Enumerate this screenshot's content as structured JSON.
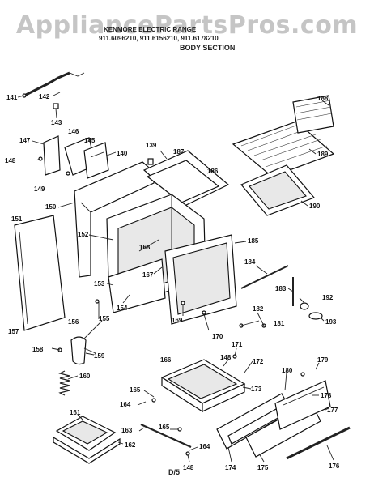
{
  "watermark": "AppliancePartsPros.com",
  "header": {
    "line1": "KENMORE ELECTRIC RANGE",
    "line2": "911.6096210, 911.6156210, 911.6178210",
    "section": "BODY SECTION"
  },
  "footer": {
    "page": "D/5"
  },
  "callouts": [
    {
      "id": "141",
      "label": "141"
    },
    {
      "id": "142",
      "label": "142"
    },
    {
      "id": "143",
      "label": "143"
    },
    {
      "id": "145",
      "label": "145"
    },
    {
      "id": "146",
      "label": "146"
    },
    {
      "id": "147",
      "label": "147"
    },
    {
      "id": "148a",
      "label": "148"
    },
    {
      "id": "149",
      "label": "149"
    },
    {
      "id": "140",
      "label": "140"
    },
    {
      "id": "139",
      "label": "139"
    },
    {
      "id": "187",
      "label": "187"
    },
    {
      "id": "186",
      "label": "186"
    },
    {
      "id": "188",
      "label": "188"
    },
    {
      "id": "189",
      "label": "189"
    },
    {
      "id": "190",
      "label": "190"
    },
    {
      "id": "150",
      "label": "150"
    },
    {
      "id": "151",
      "label": "151"
    },
    {
      "id": "152",
      "label": "152"
    },
    {
      "id": "168",
      "label": "168"
    },
    {
      "id": "185",
      "label": "185"
    },
    {
      "id": "167",
      "label": "167"
    },
    {
      "id": "153",
      "label": "153"
    },
    {
      "id": "154",
      "label": "154"
    },
    {
      "id": "184",
      "label": "184"
    },
    {
      "id": "183",
      "label": "183"
    },
    {
      "id": "192",
      "label": "192"
    },
    {
      "id": "193",
      "label": "193"
    },
    {
      "id": "157",
      "label": "157"
    },
    {
      "id": "156",
      "label": "156"
    },
    {
      "id": "155",
      "label": "155"
    },
    {
      "id": "169",
      "label": "169"
    },
    {
      "id": "170",
      "label": "170"
    },
    {
      "id": "182",
      "label": "182"
    },
    {
      "id": "181",
      "label": "181"
    },
    {
      "id": "158",
      "label": "158"
    },
    {
      "id": "159",
      "label": "159"
    },
    {
      "id": "171",
      "label": "171"
    },
    {
      "id": "148b",
      "label": "148"
    },
    {
      "id": "172",
      "label": "172"
    },
    {
      "id": "179",
      "label": "179"
    },
    {
      "id": "166",
      "label": "166"
    },
    {
      "id": "160",
      "label": "160"
    },
    {
      "id": "173",
      "label": "173"
    },
    {
      "id": "180",
      "label": "180"
    },
    {
      "id": "165a",
      "label": "165"
    },
    {
      "id": "164a",
      "label": "164"
    },
    {
      "id": "178",
      "label": "178"
    },
    {
      "id": "161",
      "label": "161"
    },
    {
      "id": "177",
      "label": "177"
    },
    {
      "id": "165b",
      "label": "165"
    },
    {
      "id": "163",
      "label": "163"
    },
    {
      "id": "164b",
      "label": "164"
    },
    {
      "id": "162",
      "label": "162"
    },
    {
      "id": "148c",
      "label": "148"
    },
    {
      "id": "174",
      "label": "174"
    },
    {
      "id": "175",
      "label": "175"
    },
    {
      "id": "176",
      "label": "176"
    }
  ]
}
